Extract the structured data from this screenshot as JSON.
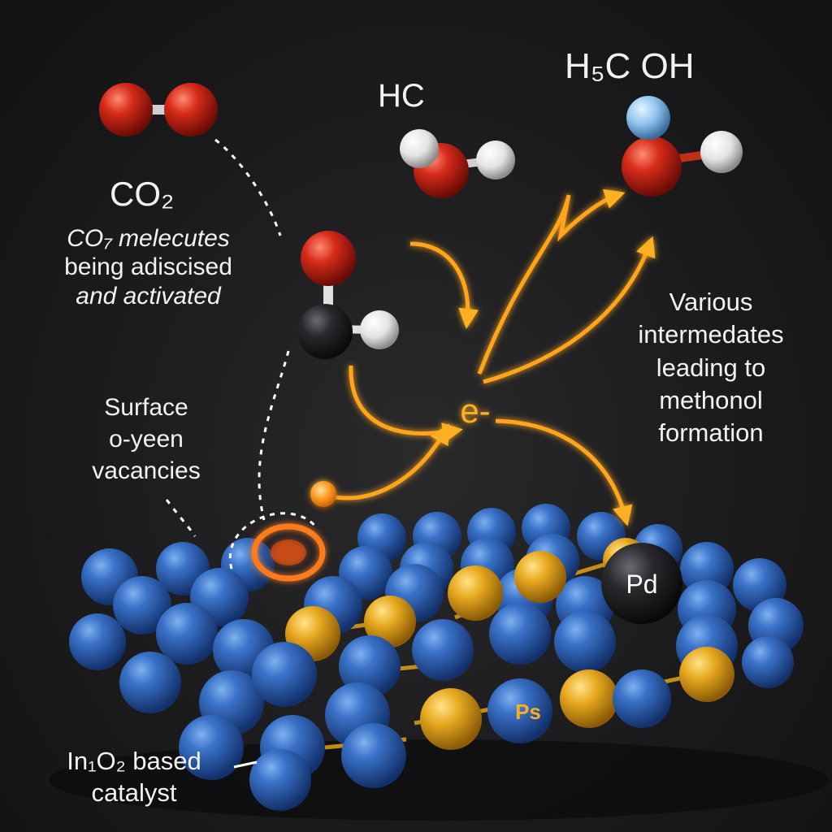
{
  "labels": {
    "co2_formula": "CO₂",
    "co2_desc": [
      "CO₇ melecutes",
      "being adiscised",
      "and activated"
    ],
    "hc": "HC",
    "methanol_formula": "H₅C OH",
    "intermediates": [
      "Various",
      "intermedates",
      "leading to",
      "methonol",
      "formation"
    ],
    "vacancies": [
      "Surface",
      "o-yeen",
      "vacancies"
    ],
    "electron": "e-",
    "pd": "Pd",
    "ps": "Ps",
    "catalyst": [
      "In₁O₂ based",
      "catalyst"
    ]
  },
  "colors": {
    "oxygen": "#d62a1a",
    "hydrogen": "#ececec",
    "carbon": "#1c1c1e",
    "indium": "#2f62b8",
    "dopant": "#e6a81e",
    "palladium": "#232325",
    "glow": "#ffa51f",
    "background": "#1d1d1f"
  }
}
